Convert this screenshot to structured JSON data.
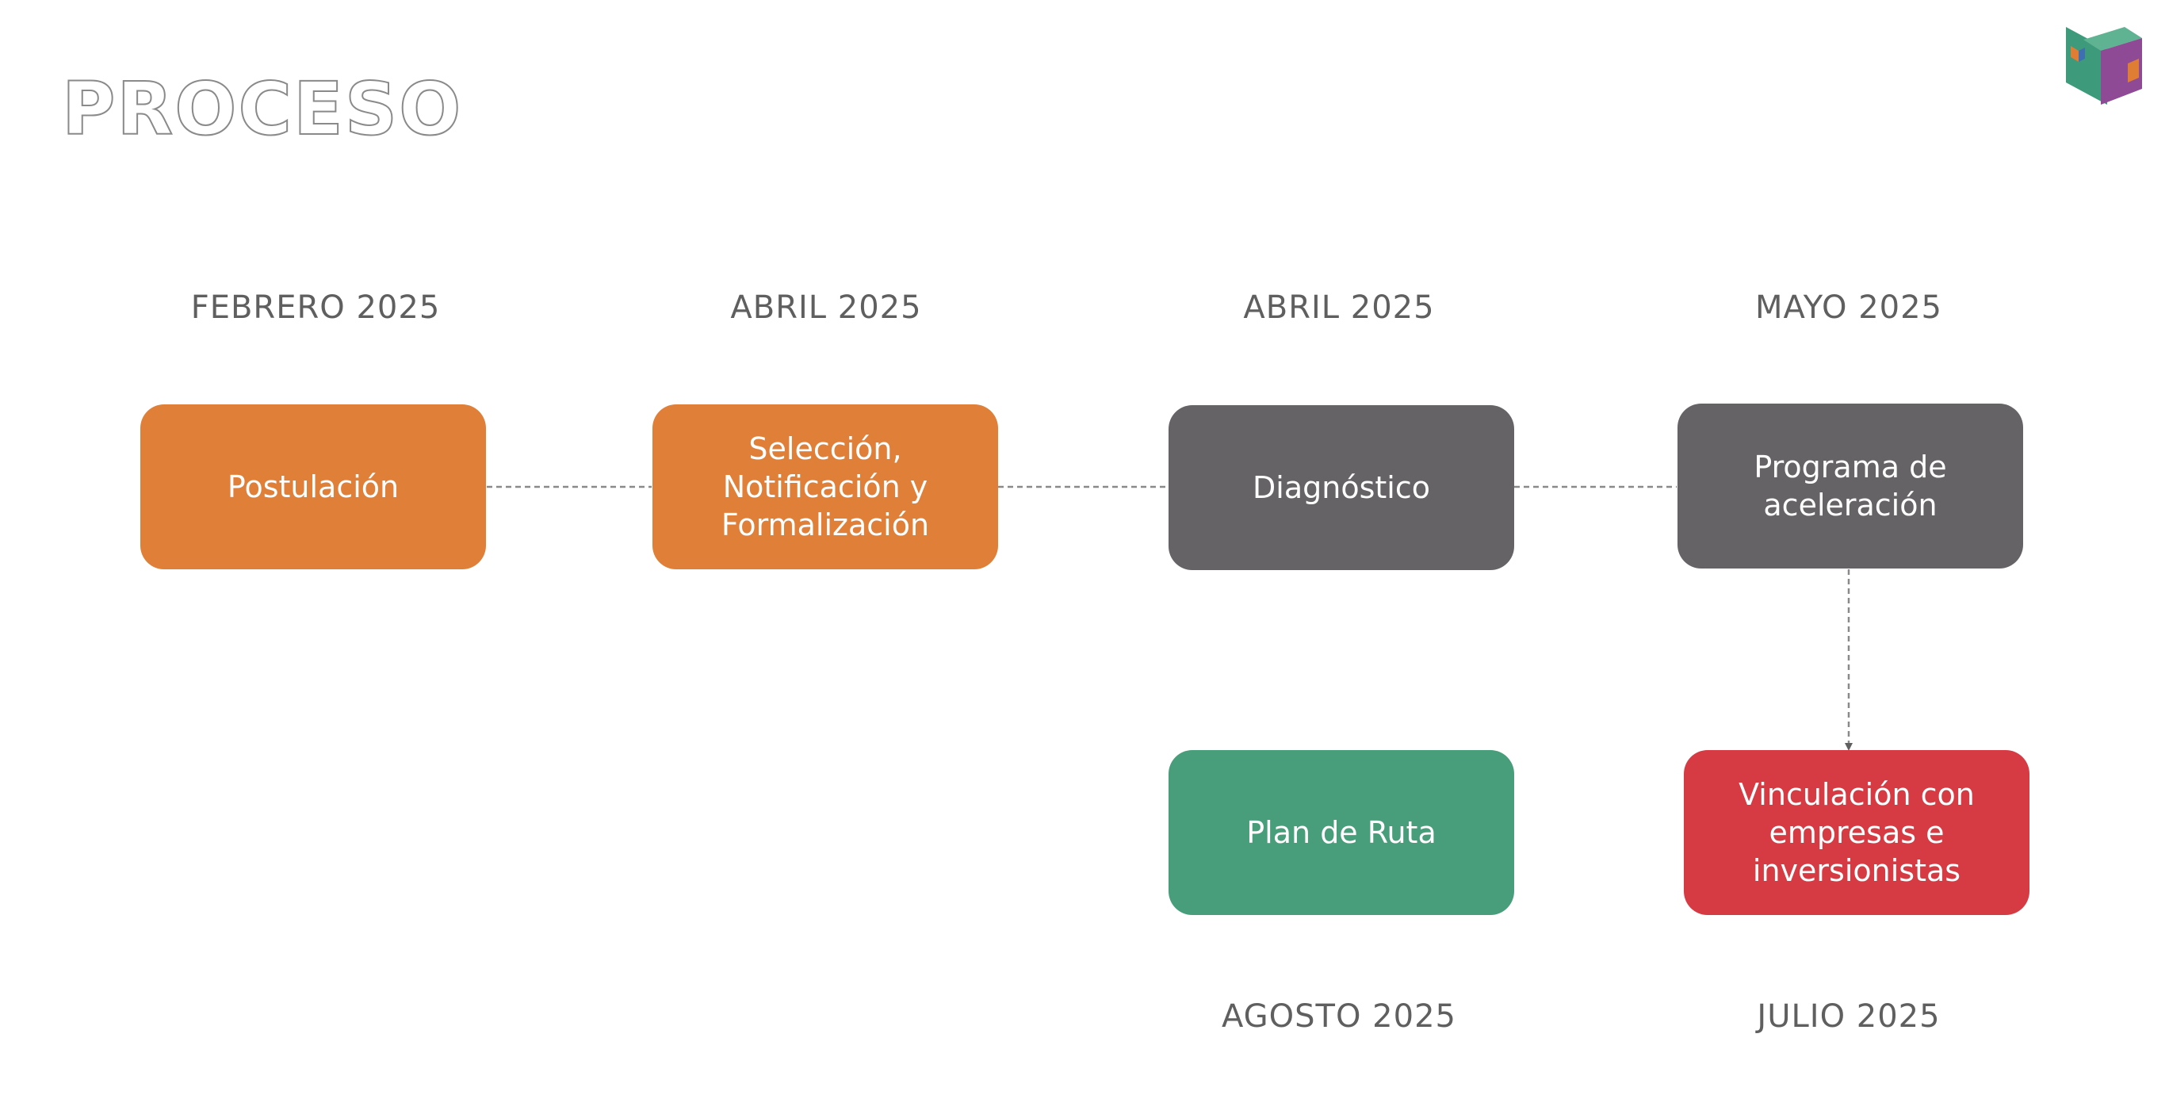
{
  "page": {
    "title": "PROCESO"
  },
  "logo": {
    "icon": "cube-logo-icon",
    "colors": [
      "#3d9a7b",
      "#8e4a94",
      "#e07d34",
      "#3e6fb0"
    ]
  },
  "steps": [
    {
      "label": "Postulación",
      "date": "FEBRERO 2025",
      "color": "#e07f37"
    },
    {
      "label": "Selección,\nNotificación y\nFormalización",
      "date": "ABRIL 2025",
      "color": "#e07f37"
    },
    {
      "label": "Diagnóstico",
      "date": "ABRIL 2025",
      "color": "#666366"
    },
    {
      "label": "Programa de\naceleración",
      "date": "MAYO 2025",
      "color": "#666366"
    },
    {
      "label": "Vinculación con\nempresas e\ninversionistas",
      "date": "JULIO 2025",
      "color": "#d63b44"
    },
    {
      "label": "Plan de Ruta",
      "date": "AGOSTO 2025",
      "color": "#489e7b"
    }
  ]
}
